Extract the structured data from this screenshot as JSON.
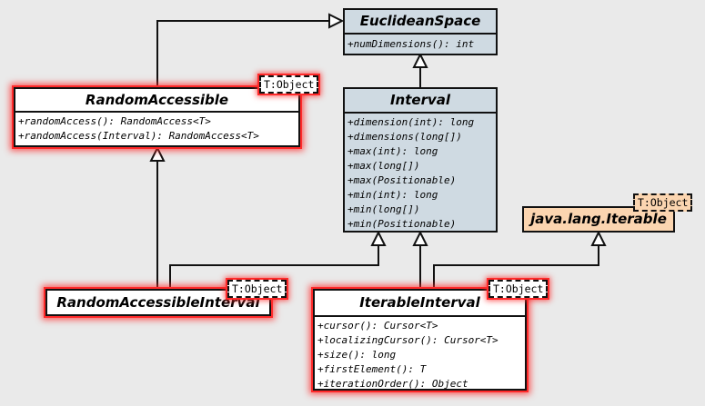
{
  "classes": {
    "euclidean_space": {
      "name": "EuclideanSpace",
      "operations": [
        "+numDimensions(): int"
      ]
    },
    "random_accessible": {
      "name": "RandomAccessible",
      "type_param": "T:Object",
      "operations": [
        "+randomAccess(): RandomAccess<T>",
        "+randomAccess(Interval): RandomAccess<T>"
      ]
    },
    "interval": {
      "name": "Interval",
      "operations": [
        "+dimension(int): long",
        "+dimensions(long[])",
        "+max(int): long",
        "+max(long[])",
        "+max(Positionable)",
        "+min(int): long",
        "+min(long[])",
        "+min(Positionable)"
      ]
    },
    "java_iterable": {
      "name": "java.lang.Iterable",
      "type_param": "T:Object"
    },
    "random_accessible_interval": {
      "name": "RandomAccessibleInterval",
      "type_param": "T:Object"
    },
    "iterable_interval": {
      "name": "IterableInterval",
      "type_param": "T:Object",
      "operations": [
        "+cursor(): Cursor<T>",
        "+localizingCursor(): Cursor<T>",
        "+size(): long",
        "+firstElement(): T",
        "+iterationOrder(): Object"
      ]
    }
  },
  "colors": {
    "background": "#eaeaea",
    "interface_fill": "#ffffff",
    "abstract_fill": "#cfdae2",
    "external_fill": "#fbd5b0",
    "highlight_glow": "#ff2a2a"
  }
}
